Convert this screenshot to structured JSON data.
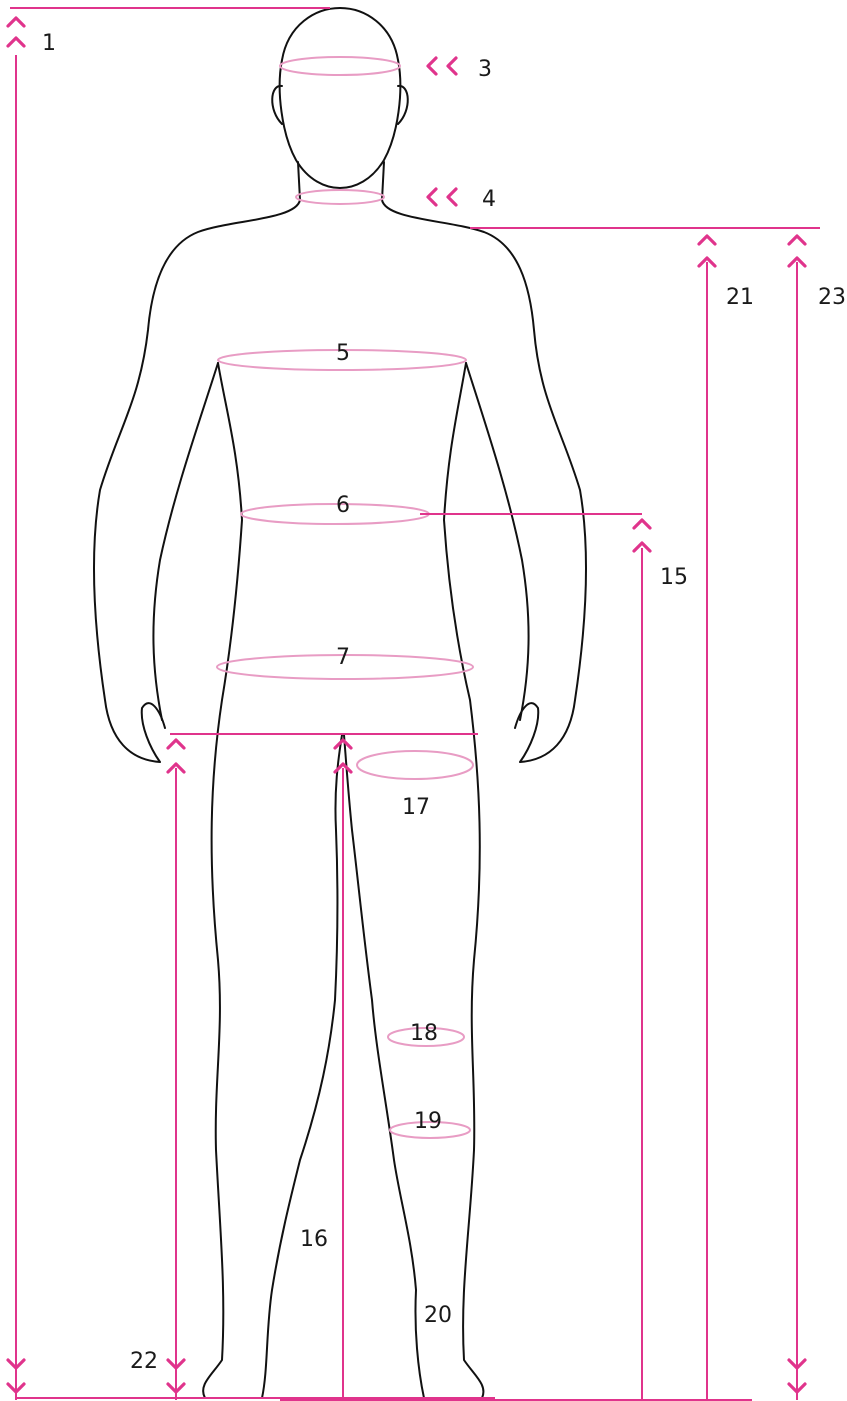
{
  "figure": {
    "accent_color": "#e0348c",
    "ring_color": "#e89cc4",
    "outline_color": "#111111"
  },
  "labels": {
    "m1": "1",
    "m3": "3",
    "m4": "4",
    "m5": "5",
    "m6": "6",
    "m7": "7",
    "m15": "15",
    "m16": "16",
    "m17": "17",
    "m18": "18",
    "m19": "19",
    "m20": "20",
    "m21": "21",
    "m22": "22",
    "m23": "23"
  }
}
